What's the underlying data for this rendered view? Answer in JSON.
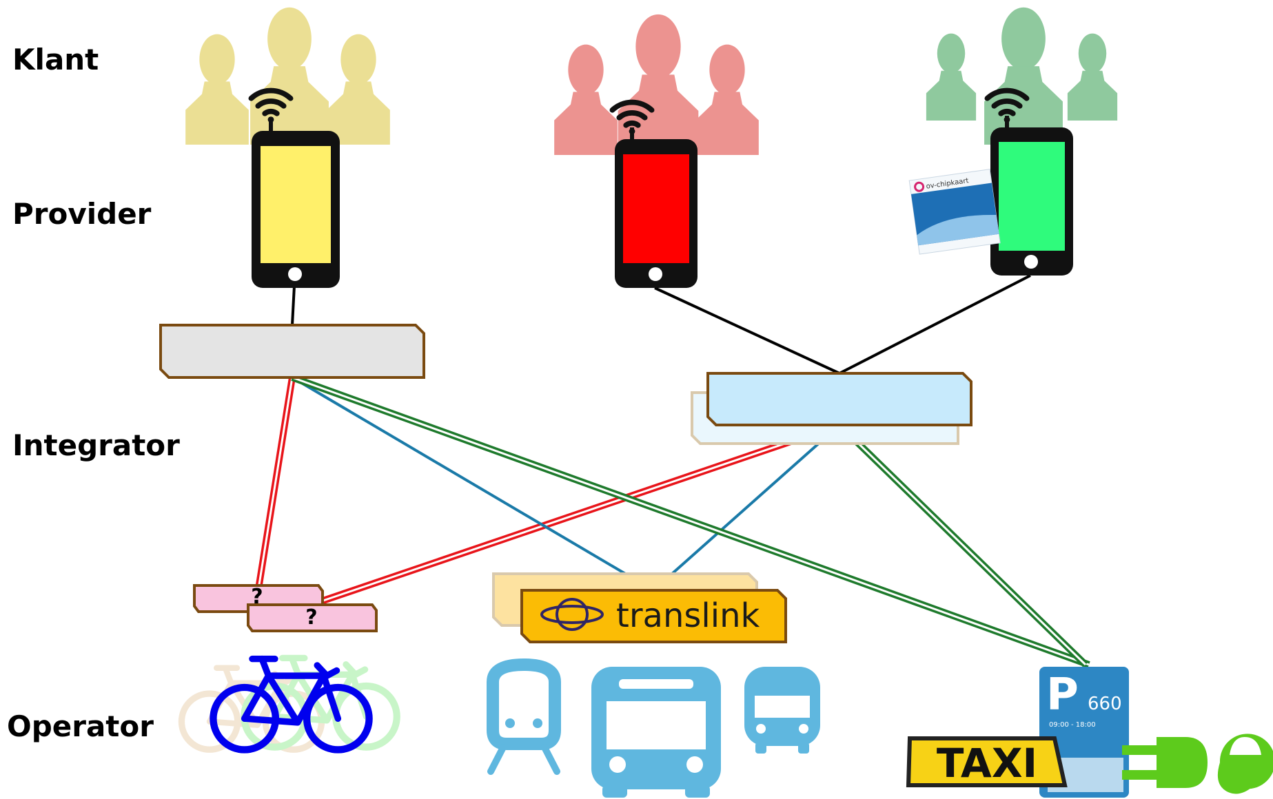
{
  "layers": {
    "klant": "Klant",
    "provider": "Provider",
    "integrator": "Integrator",
    "operator": "Operator"
  },
  "groups": [
    {
      "name": "group-yellow",
      "color": "#ebdf94",
      "phone_screen": "#fff06a"
    },
    {
      "name": "group-red",
      "color": "#ec9390",
      "phone_screen": "#ff0000"
    },
    {
      "name": "group-green",
      "color": "#8fc99e",
      "phone_screen": "#2ffb7c"
    }
  ],
  "ov_chipkaart": {
    "label": "ov-chipkaart"
  },
  "integrators": {
    "gray": {
      "fill": "#e4e4e4",
      "stroke": "#7a4a10"
    },
    "blue": {
      "fill": "#c7eafc",
      "stroke": "#7a4a10"
    }
  },
  "operator_boxes": {
    "unknown_1": "?",
    "unknown_2": "?",
    "translink": "translink"
  },
  "operators": {
    "parking_sign": {
      "letter": "P",
      "number": "660",
      "hours": "09:00 - 18:00"
    },
    "taxi": "TAXI"
  },
  "colors": {
    "red_link": "#e8141a",
    "blue_link": "#1a7aa8",
    "green_link": "#1e7a2c",
    "black_link": "#000000",
    "bike_blue": "#0000ee",
    "transit_blue": "#5fb7df",
    "plug_green": "#5dcb1c",
    "translink_orange": "#fbbc05"
  }
}
